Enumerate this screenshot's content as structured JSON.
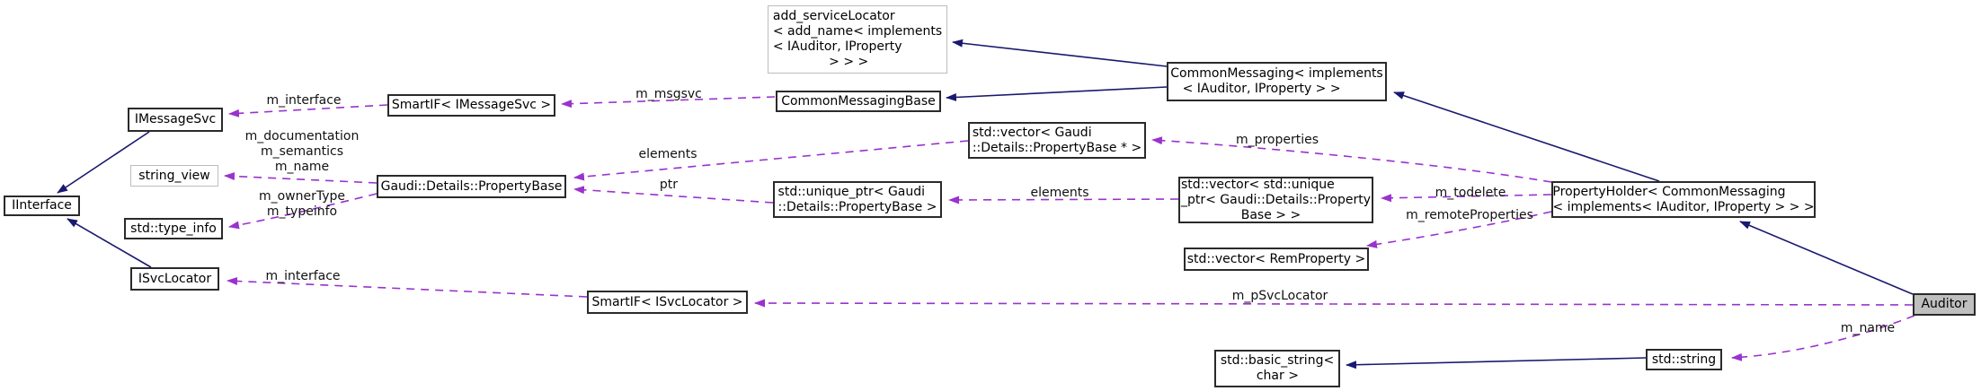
{
  "diagram": {
    "kind": "collaboration-graph",
    "colors": {
      "inheritance_edge": "#191970",
      "usage_edge": "#9a32cd",
      "node_border": "#2a2a2a",
      "muted_border": "#bdbdbd",
      "focus_fill": "#bfbfbf",
      "background": "#ffffff"
    },
    "nodes": {
      "add_service_locator": {
        "label": "add_serviceLocator\n< add_name< implements\n< IAuditor, IProperty\n              > > >"
      },
      "common_messaging": {
        "label": "CommonMessaging< implements\n   < IAuditor, IProperty > >"
      },
      "common_messaging_base": {
        "label": "CommonMessagingBase"
      },
      "imessage_svc": {
        "label": "IMessageSvc"
      },
      "smartif_imessage_svc": {
        "label": "SmartIF< IMessageSvc >"
      },
      "vector_property_base_ptr": {
        "label": "std::vector< Gaudi\n::Details::PropertyBase * >"
      },
      "string_view": {
        "label": "string_view"
      },
      "property_base": {
        "label": "Gaudi::Details::PropertyBase"
      },
      "iinterface": {
        "label": "IInterface"
      },
      "type_info": {
        "label": "std::type_info"
      },
      "unique_ptr": {
        "label": "std::unique_ptr< Gaudi\n::Details::PropertyBase >"
      },
      "vector_unique_ptr": {
        "label": "std::vector< std::unique\n_ptr< Gaudi::Details::Property\n               Base > >"
      },
      "property_holder": {
        "label": "PropertyHolder< CommonMessaging\n< implements< IAuditor, IProperty > > >"
      },
      "vector_rem_property": {
        "label": "std::vector< RemProperty >"
      },
      "isvc_locator": {
        "label": "ISvcLocator"
      },
      "smartif_isvc_locator": {
        "label": "SmartIF< ISvcLocator >"
      },
      "auditor": {
        "label": "Auditor"
      },
      "std_string": {
        "label": "std::string"
      },
      "basic_string": {
        "label": "std::basic_string<\n         char >"
      }
    },
    "edge_labels": {
      "m_interface_top": "m_interface",
      "m_msgsvc": "m_msgsvc",
      "m_properties": "m_properties",
      "elements_top": "elements",
      "doc_stack": "m_documentation\nm_semantics\nm_name",
      "owner_stack": "m_ownerType\nm_typeinfo",
      "ptr": "ptr",
      "elements_bottom": "elements",
      "m_todelete": "m_todelete",
      "m_remote_properties": "m_remoteProperties",
      "m_interface_bottom": "m_interface",
      "m_psvclocator": "m_pSvcLocator",
      "m_name": "m_name"
    }
  }
}
